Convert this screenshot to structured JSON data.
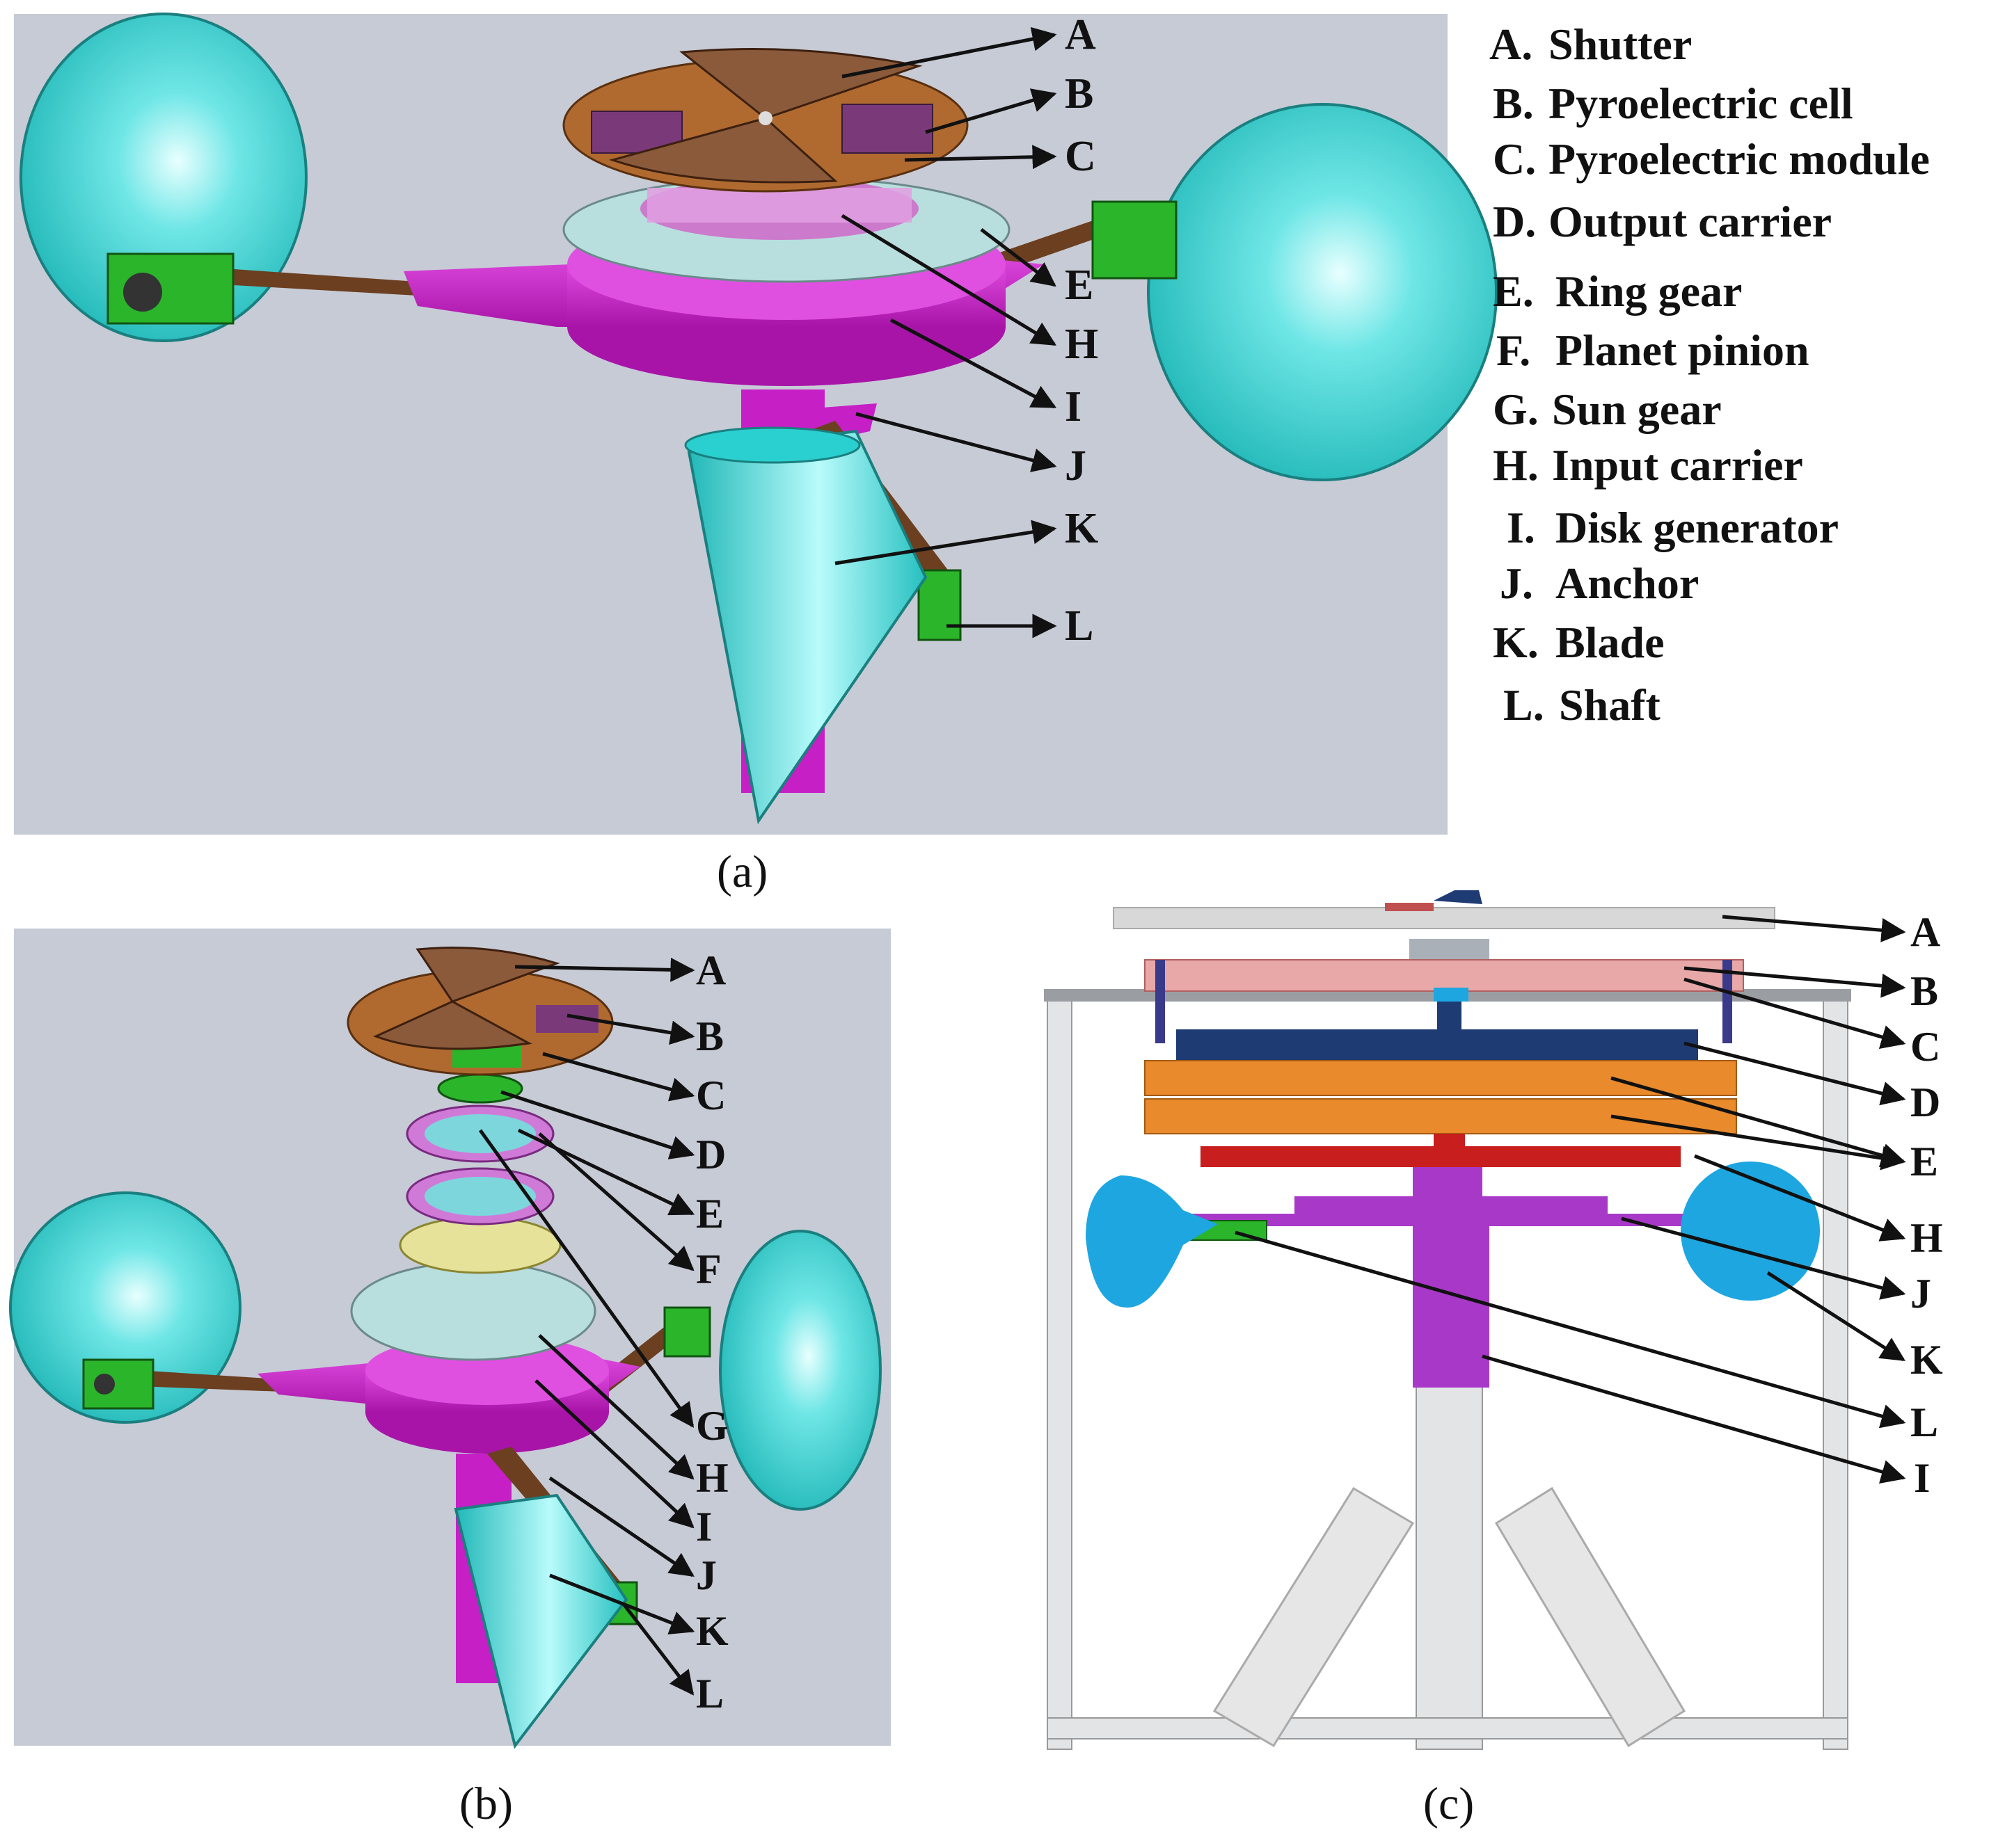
{
  "legend": [
    {
      "letter": "A.",
      "text": "Shutter"
    },
    {
      "letter": "B.",
      "text": "Pyroelectric cell"
    },
    {
      "letter": "C.",
      "text": "Pyroelectric module"
    },
    {
      "letter": "D.",
      "text": "Output carrier"
    },
    {
      "letter": "E.",
      "text": "Ring gear"
    },
    {
      "letter": "F.",
      "text": "Planet pinion"
    },
    {
      "letter": "G.",
      "text": "Sun gear"
    },
    {
      "letter": "H.",
      "text": "Input carrier"
    },
    {
      "letter": "I.",
      "text": "Disk generator"
    },
    {
      "letter": "J.",
      "text": "Anchor"
    },
    {
      "letter": "K.",
      "text": "Blade"
    },
    {
      "letter": "L.",
      "text": "Shaft"
    }
  ],
  "panel_a": {
    "caption": "(a)",
    "labels": [
      "A",
      "B",
      "C",
      "E",
      "H",
      "I",
      "J",
      "K",
      "L"
    ]
  },
  "panel_b": {
    "caption": "(b)",
    "labels": [
      "A",
      "B",
      "C",
      "D",
      "E",
      "F",
      "G",
      "H",
      "I",
      "J",
      "K",
      "L"
    ]
  },
  "panel_c": {
    "caption": "(c)",
    "labels": [
      "A",
      "B",
      "C",
      "D",
      "E",
      "H",
      "J",
      "K",
      "L",
      "I"
    ]
  },
  "colors": {
    "background_render": "#c7cbd6",
    "cup": "#3fd6d6",
    "magenta": "#c81ec8",
    "brown": "#7a4a2a",
    "orange": "#e98a2c",
    "navy": "#1f3b73",
    "red": "#c81e1e",
    "purple": "#a838c8",
    "sky": "#1ea6e0"
  }
}
